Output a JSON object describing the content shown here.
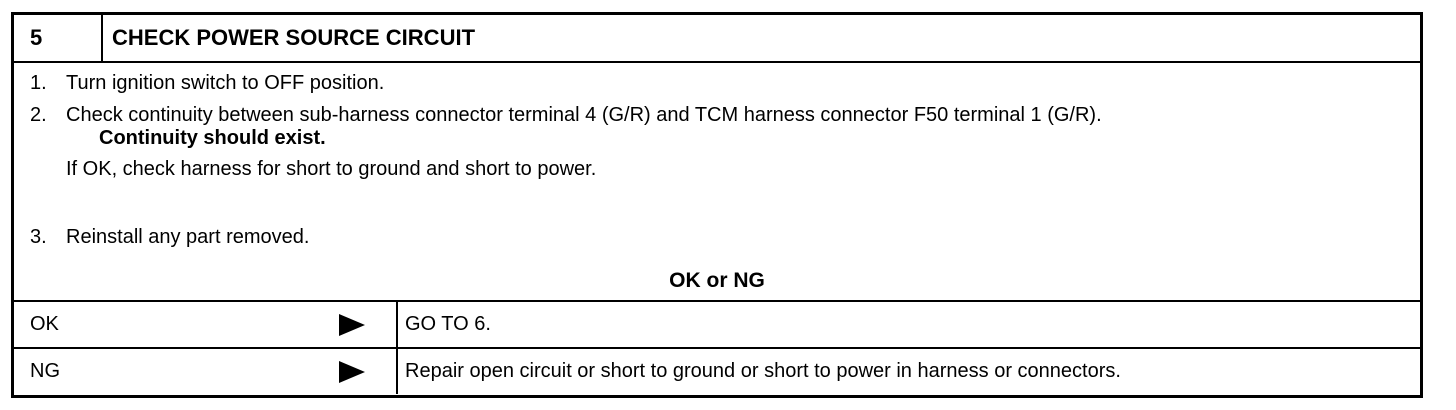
{
  "header": {
    "step_number": "5",
    "title": "CHECK POWER SOURCE CIRCUIT"
  },
  "procedure": {
    "step1_num": "1.",
    "step1_text": "Turn ignition switch to OFF position.",
    "step2_num": "2.",
    "step2_text": "Check continuity between sub-harness connector terminal 4 (G/R) and TCM harness connector F50 terminal 1 (G/R).",
    "step2_expect": "Continuity should exist.",
    "step2_note": "If OK, check harness for short to ground and short to power.",
    "step3_num": "3.",
    "step3_text": "Reinstall any part removed."
  },
  "decision": {
    "label": "OK or NG"
  },
  "results": [
    {
      "label": "OK",
      "action": "GO TO 6."
    },
    {
      "label": "NG",
      "action": "Repair open circuit or short to ground or short to power in harness or connectors."
    }
  ],
  "icons": {
    "arrow": "play-arrow-icon"
  }
}
